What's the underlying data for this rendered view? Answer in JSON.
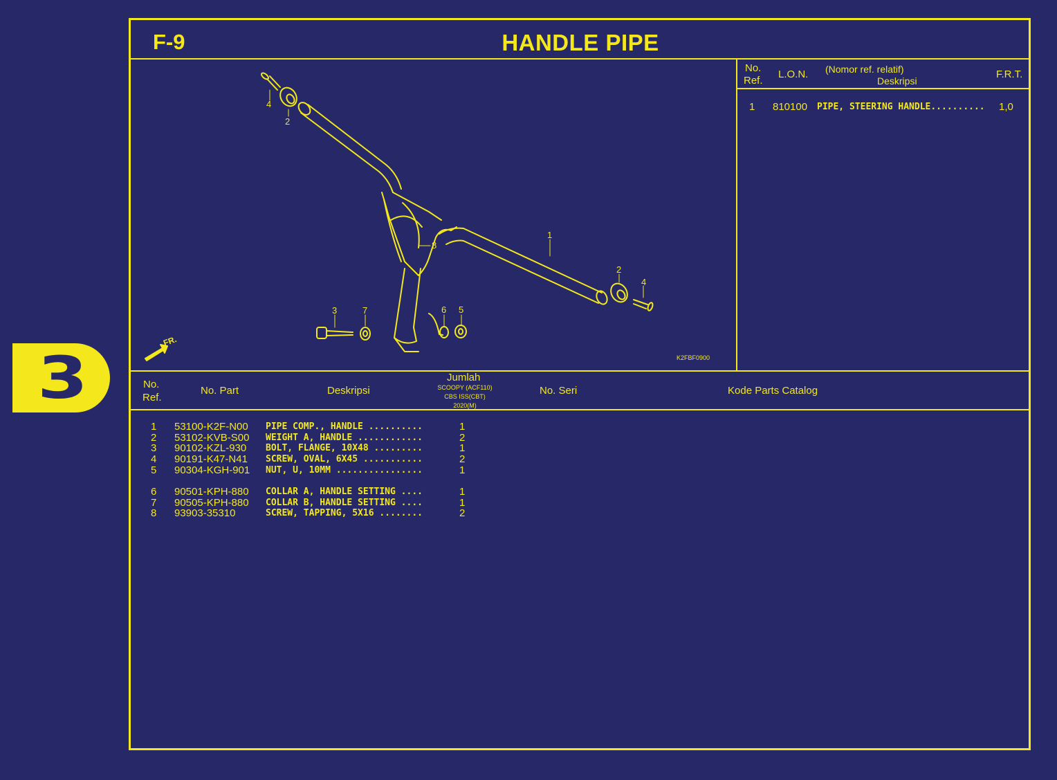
{
  "section_badge": "3",
  "page": {
    "code": "F-9",
    "title": "HANDLE PIPE"
  },
  "ref_panel": {
    "headers": {
      "no": "No.",
      "ref": "Ref.",
      "lon": "L.O.N.",
      "nomor": "(Nomor ref. relatif)",
      "deskripsi": "Deskripsi",
      "frt": "F.R.T."
    },
    "rows": [
      {
        "no": "1",
        "lon": "810100",
        "desc": "PIPE, STEERING HANDLE..........",
        "frt": "1,0"
      }
    ]
  },
  "diagram": {
    "catalog_code": "K2FBF0900",
    "front_label": "FR.",
    "callouts": [
      "1",
      "2",
      "2",
      "3",
      "4",
      "4",
      "5",
      "6",
      "7",
      "8"
    ]
  },
  "parts_table": {
    "headers": {
      "no": "No.",
      "ref": "Ref.",
      "part": "No. Part",
      "deskripsi": "Deskripsi",
      "jumlah": "Jumlah",
      "model": "SCOOPY (ACF110)",
      "variant": "CBS ISS(CBT)",
      "year": "2020(M)",
      "seri": "No. Seri",
      "kode": "Kode Parts Catalog"
    },
    "rows": [
      {
        "no": "1",
        "part": "53100-K2F-N00",
        "desc": "PIPE COMP., HANDLE ..........",
        "qty": "1"
      },
      {
        "no": "2",
        "part": "53102-KVB-S00",
        "desc": "WEIGHT A, HANDLE ............",
        "qty": "2"
      },
      {
        "no": "3",
        "part": "90102-KZL-930",
        "desc": "BOLT, FLANGE, 10X48 .........",
        "qty": "1"
      },
      {
        "no": "4",
        "part": "90191-K47-N41",
        "desc": "SCREW, OVAL, 6X45 ...........",
        "qty": "2"
      },
      {
        "no": "5",
        "part": "90304-KGH-901",
        "desc": "NUT, U, 10MM ................",
        "qty": "1"
      },
      {
        "no": "6",
        "part": "90501-KPH-880",
        "desc": "COLLAR A, HANDLE SETTING ....",
        "qty": "1"
      },
      {
        "no": "7",
        "part": "90505-KPH-880",
        "desc": "COLLAR B, HANDLE SETTING ....",
        "qty": "1"
      },
      {
        "no": "8",
        "part": "93903-35310",
        "desc": "SCREW, TAPPING, 5X16 ........",
        "qty": "2"
      }
    ]
  }
}
